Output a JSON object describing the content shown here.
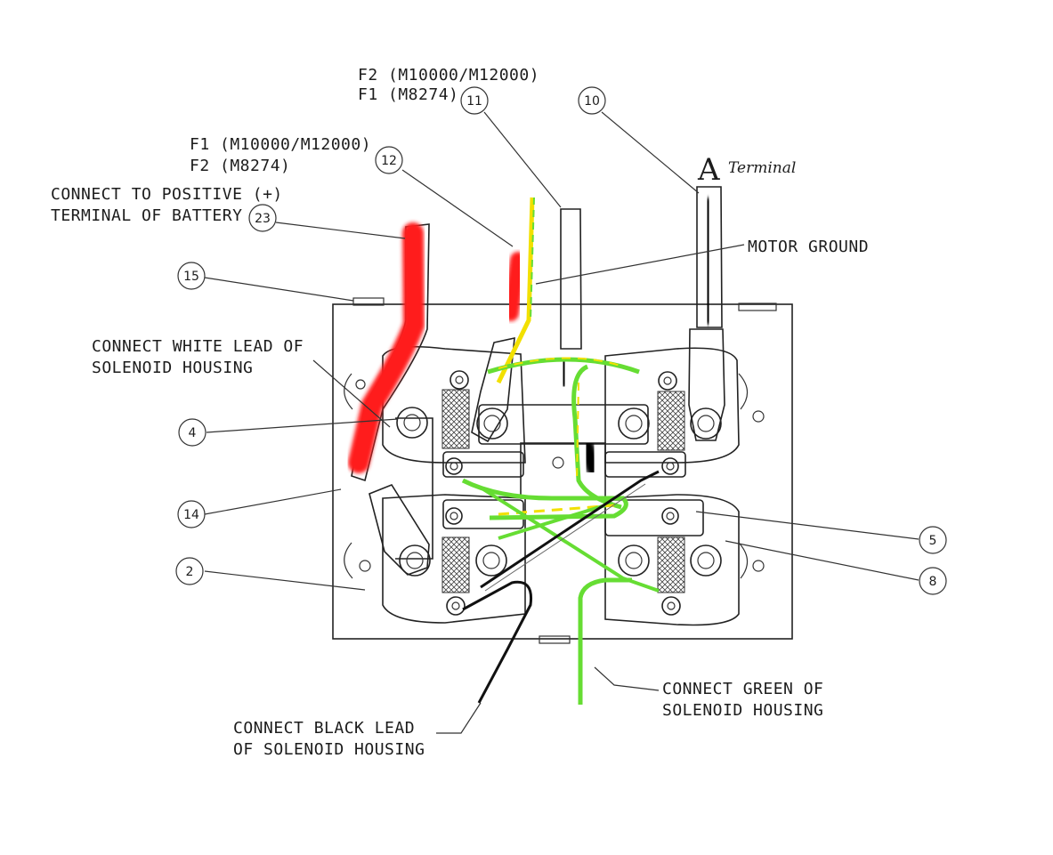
{
  "labels": {
    "f2_m10000_m12000": "F2 (M10000/M12000)",
    "f1_m8274_top": "F1 (M8274)",
    "f1_m10000_m12000": "F1 (M10000/M12000)",
    "f2_m8274": "F2 (M8274)",
    "connect_positive_line1": "CONNECT TO POSITIVE (+)",
    "connect_positive_line2": "TERMINAL OF BATTERY",
    "a_letter": "A",
    "terminal": "Terminal",
    "motor_ground": "MOTOR GROUND",
    "white_lead_line1": "CONNECT WHITE LEAD OF",
    "white_lead_line2": "SOLENOID HOUSING",
    "green_lead_line1": "CONNECT GREEN OF",
    "green_lead_line2": "SOLENOID HOUSING",
    "black_lead_line1": "CONNECT BLACK LEAD",
    "black_lead_line2": "OF SOLENOID HOUSING"
  },
  "callouts": {
    "n23": "23",
    "n12": "12",
    "n11": "11",
    "n10": "10",
    "n15": "15",
    "n4": "4",
    "n14": "14",
    "n2": "2",
    "n5": "5",
    "n8": "8"
  },
  "colors": {
    "red_wire": "#ff1a1a",
    "black_wire": "#000000",
    "green_wire": "#66dd33",
    "yellow_wire": "#f2e000",
    "linework": "#222222",
    "paper": "#ffffff"
  }
}
